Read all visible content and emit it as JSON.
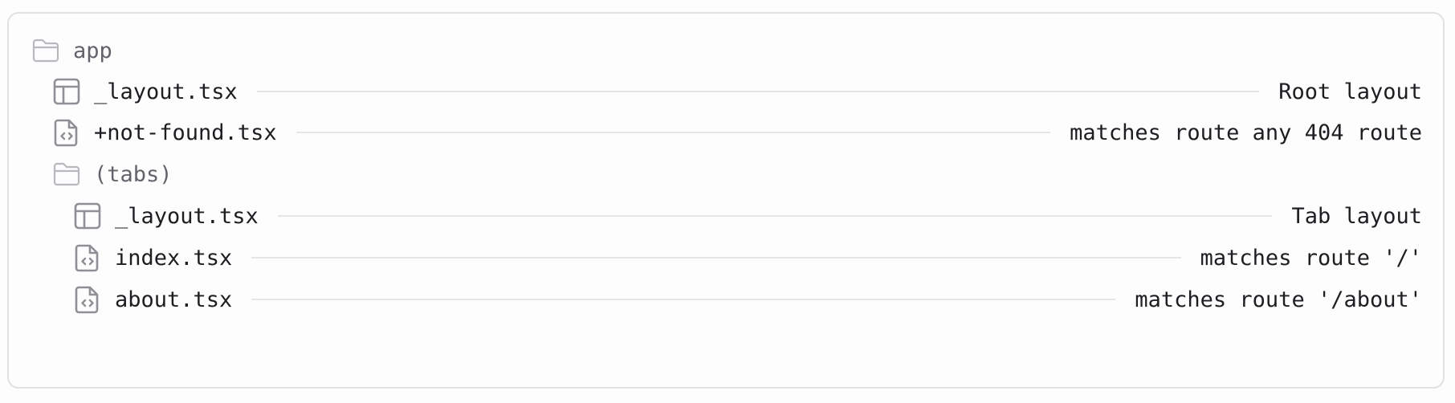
{
  "tree": {
    "root": {
      "name": "app",
      "icon": "folder-icon"
    },
    "items": [
      {
        "name": "_layout.tsx",
        "icon": "layout-file-icon",
        "desc": "Root layout"
      },
      {
        "name": "+not-found.tsx",
        "icon": "code-file-icon",
        "desc": "matches route any 404 route"
      },
      {
        "name": "(tabs)",
        "icon": "folder-icon"
      },
      {
        "name": "_layout.tsx",
        "icon": "layout-file-icon",
        "desc": "Tab layout"
      },
      {
        "name": "index.tsx",
        "icon": "code-file-icon",
        "desc": "matches route '/'"
      },
      {
        "name": "about.tsx",
        "icon": "code-file-icon",
        "desc": "matches route '/about'"
      }
    ]
  },
  "colors": {
    "border": "#e1e1e4",
    "text": "#1d1d22",
    "folder_text": "#63636b",
    "icon": "#8f8f96",
    "folder_icon": "#b8b8be",
    "leader": "#e6e6e9"
  }
}
